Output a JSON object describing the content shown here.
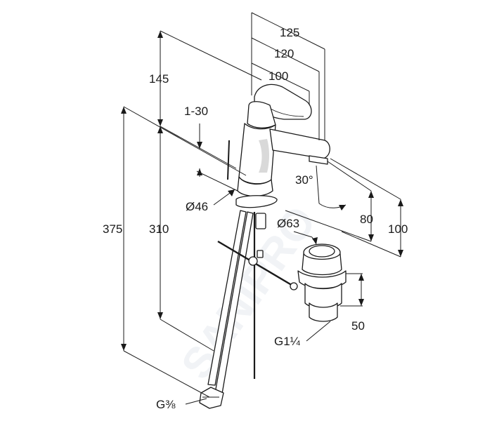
{
  "watermark": "SANIPRO",
  "dimensions": {
    "d125": "125",
    "d120": "120",
    "d100_top": "100",
    "d145": "145",
    "d1_30": "1-30",
    "d30deg": "30°",
    "d46": "Ø46",
    "d63": "Ø63",
    "d375": "375",
    "d310": "310",
    "d80": "80",
    "d100_right": "100",
    "d50": "50",
    "g114": "G1¼",
    "g38": "G⅜"
  }
}
